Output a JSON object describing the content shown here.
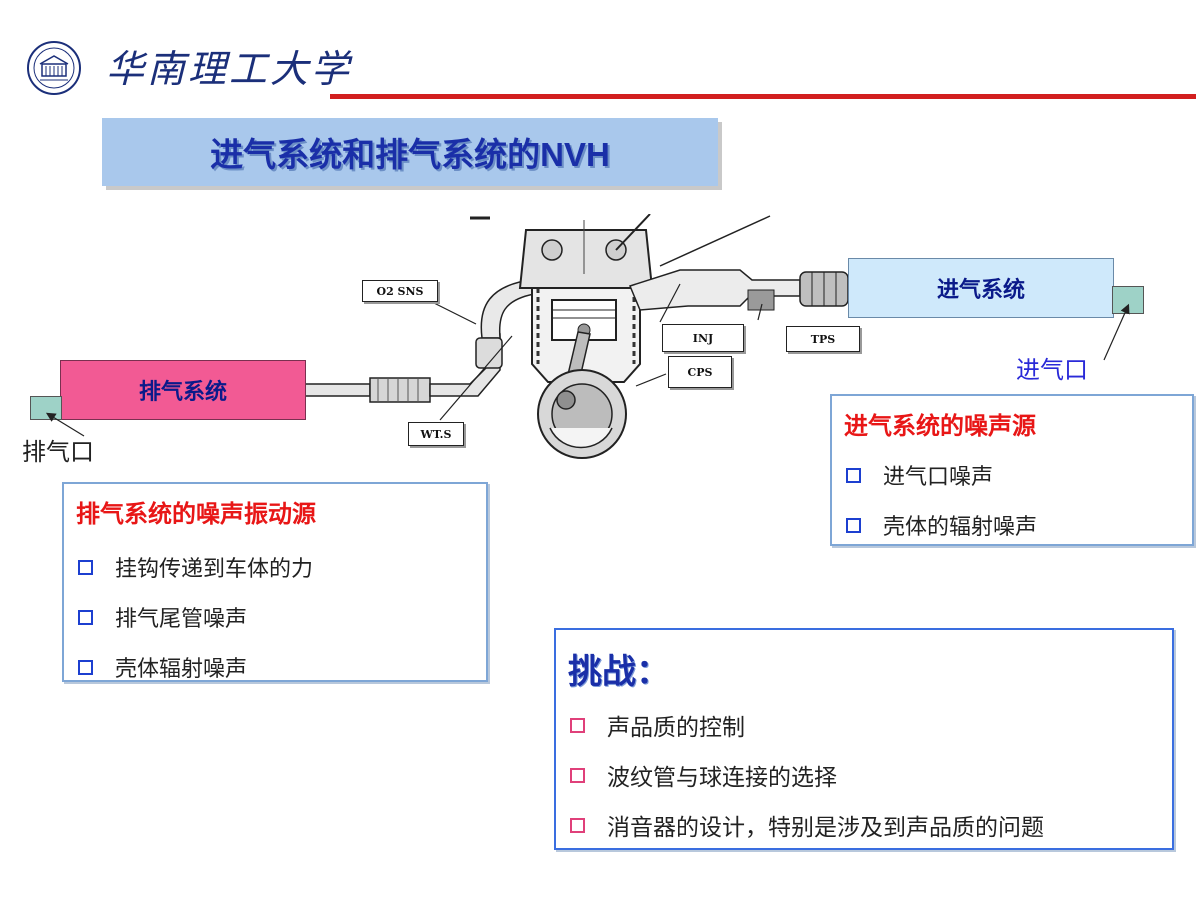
{
  "header": {
    "university_name": "华南理工大学"
  },
  "title": "进气系统和排气系统的NVH",
  "diagram": {
    "exhaust_system_label": "排气系统",
    "intake_system_label": "进气系统",
    "exhaust_outlet_label": "排气口",
    "intake_inlet_label": "进气口",
    "callouts": {
      "o2_sensor": "O2 SNS",
      "wts": "WT.S",
      "inj": "INJ",
      "tps": "TPS",
      "cps": "CPS"
    }
  },
  "exhaust_noise_box": {
    "heading": "排气系统的噪声振动源",
    "items": [
      "挂钩传递到车体的力",
      "排气尾管噪声",
      "壳体辐射噪声"
    ]
  },
  "intake_noise_box": {
    "heading": "进气系统的噪声源",
    "items": [
      "进气口噪声",
      "壳体的辐射噪声"
    ]
  },
  "challenge_box": {
    "heading": "挑战：",
    "items": [
      "声品质的控制",
      "波纹管与球连接的选择",
      "消音器的设计，特别是涉及到声品质的问题"
    ]
  },
  "colors": {
    "header_rule": "#d21f1f",
    "title_banner": "#a9c8ec",
    "title_text": "#1a2fa8",
    "exhaust_bar": "#f25a94",
    "intake_bar": "#cfe9fb",
    "box_heading_red": "#e81616",
    "bullet_blue": "#1c3fd0",
    "bullet_pink": "#e0407a"
  }
}
